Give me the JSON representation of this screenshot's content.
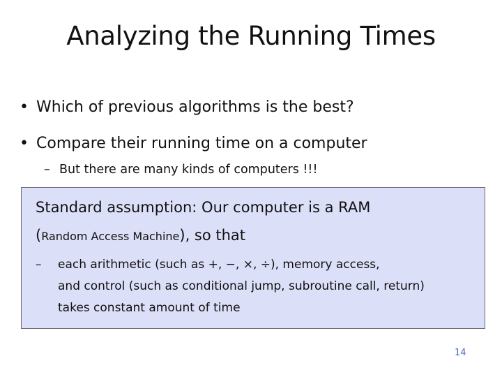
{
  "slide": {
    "title": "Analyzing the Running Times",
    "bullets": [
      "Which of previous algorithms is the best?",
      "Compare their running time on a computer"
    ],
    "sub_bullet": "But there are many kinds of computers !!!",
    "box": {
      "line1": "Standard assumption:  Our computer is a RAM",
      "line2_open": "(",
      "line2_small": "Random Access Machine",
      "line2_close": "), so that",
      "item_line1": "each arithmetic (such as +, −, ×, ÷), memory access,",
      "item_line2": "and control (such as conditional jump, subroutine call, return)",
      "item_line3": "takes constant amount of time"
    },
    "page_number": "14"
  },
  "colors": {
    "box_fill": "#dcdff8",
    "page_number": "#4e67c8"
  },
  "glyphs": {
    "bullet": "•",
    "dash": "–"
  }
}
